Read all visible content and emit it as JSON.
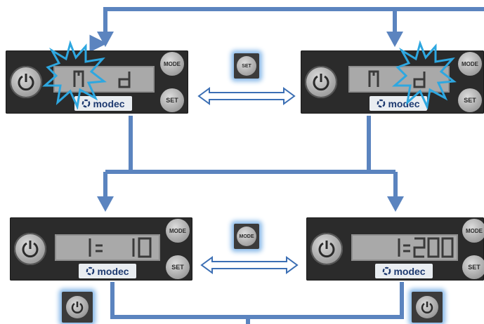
{
  "panels": {
    "top_left": {
      "display": "M d",
      "mode_label": "MODE",
      "set_label": "SET",
      "logo": "modec",
      "highlight": "M"
    },
    "top_right": {
      "display": "M d",
      "mode_label": "MODE",
      "set_label": "SET",
      "logo": "modec",
      "highlight": "d"
    },
    "bottom_left": {
      "display": "1= 10",
      "mode_label": "MODE",
      "set_label": "SET",
      "logo": "modec"
    },
    "bottom_right": {
      "display": "1=200",
      "mode_label": "MODE",
      "set_label": "SET",
      "logo": "modec"
    }
  },
  "middle_buttons": {
    "top": "SET",
    "bottom": "MODE"
  },
  "colors": {
    "arrow": "#5b84bf",
    "burst": "#2ea7e0",
    "panel": "#2b2b2b",
    "lcd": "#a9a9a9",
    "glow": "#86b8e8"
  }
}
